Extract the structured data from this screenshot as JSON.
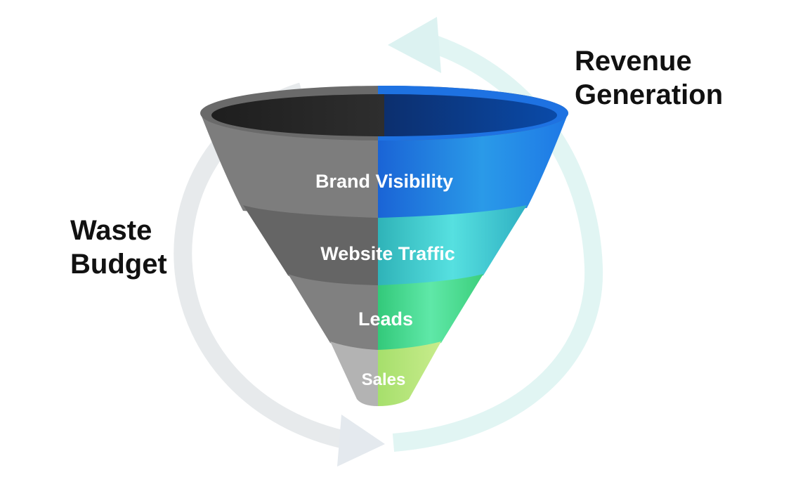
{
  "labels": {
    "left": {
      "line1": "Waste",
      "line2": "Budget"
    },
    "right": {
      "line1": "Revenue",
      "line2": "Generation"
    }
  },
  "stages": [
    {
      "label": "Brand Visibility"
    },
    {
      "label": "Website Traffic"
    },
    {
      "label": "Leads"
    },
    {
      "label": "Sales"
    }
  ],
  "colors": {
    "gray_dark": "#5d5d5d",
    "gray_mid": "#7a7a7a",
    "gray_light": "#b0b0b0",
    "blue": "#1f7fe8",
    "teal": "#3ec6c9",
    "green": "#3fd98a",
    "lime": "#b8e678",
    "arrow_left": "#e6e9ec",
    "arrow_right": "#e0f4f3"
  }
}
